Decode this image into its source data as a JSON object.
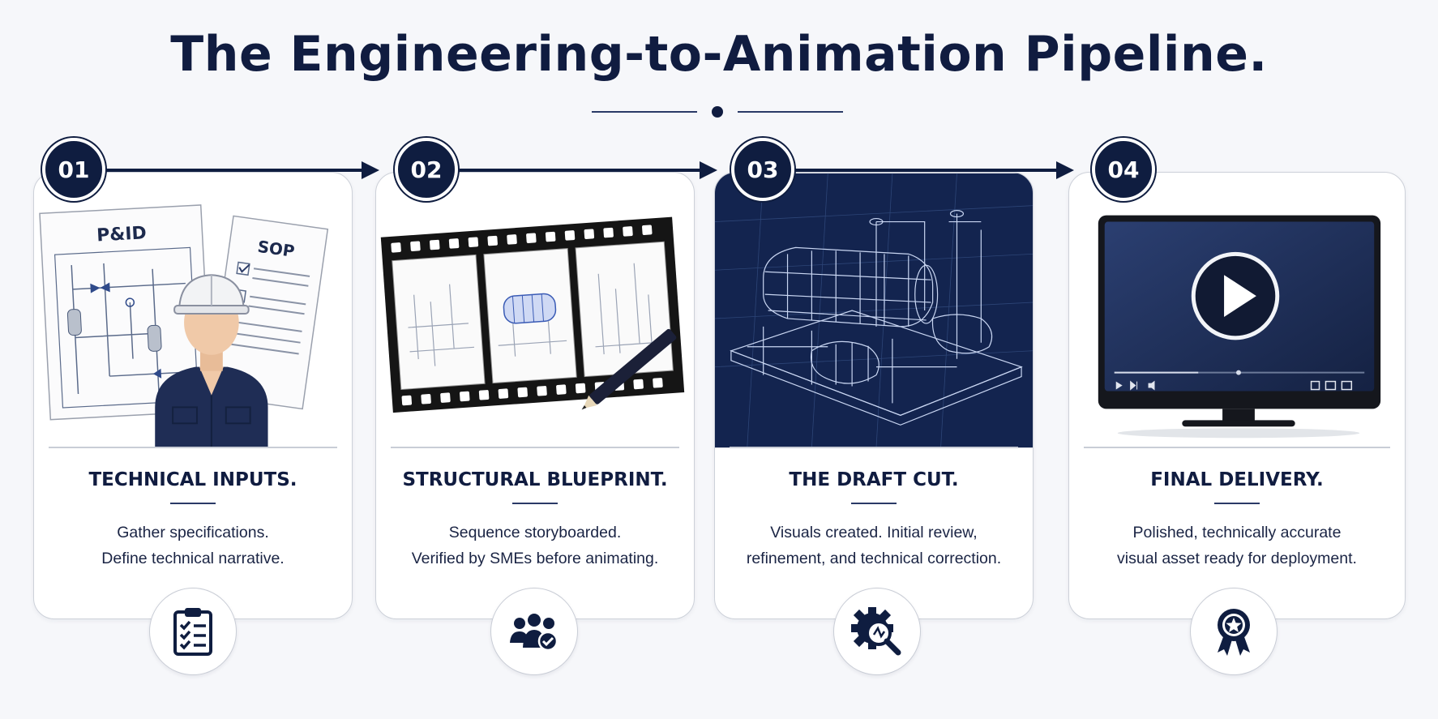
{
  "title": "The Engineering-to-Animation Pipeline.",
  "steps": [
    {
      "number": "01",
      "title": "TECHNICAL INPUTS.",
      "desc1": "Gather specifications.",
      "desc2": "Define technical narrative.",
      "doc_label_1": "P&ID",
      "doc_label_2": "SOP",
      "icon": "clipboard-checklist-icon"
    },
    {
      "number": "02",
      "title": "STRUCTURAL BLUEPRINT.",
      "desc1": "Sequence storyboarded.",
      "desc2": "Verified by SMEs before animating.",
      "icon": "team-check-icon"
    },
    {
      "number": "03",
      "title": "THE DRAFT CUT.",
      "desc1": "Visuals created. Initial review,",
      "desc2": "refinement, and technical correction.",
      "icon": "gear-magnifier-icon"
    },
    {
      "number": "04",
      "title": "FINAL DELIVERY.",
      "desc1": "Polished, technically accurate",
      "desc2": "visual asset ready for deployment.",
      "icon": "award-ribbon-icon"
    }
  ],
  "colors": {
    "navy": "#0f1d40",
    "background": "#f6f7fa",
    "card": "#ffffff",
    "border": "#cdd1d9"
  }
}
